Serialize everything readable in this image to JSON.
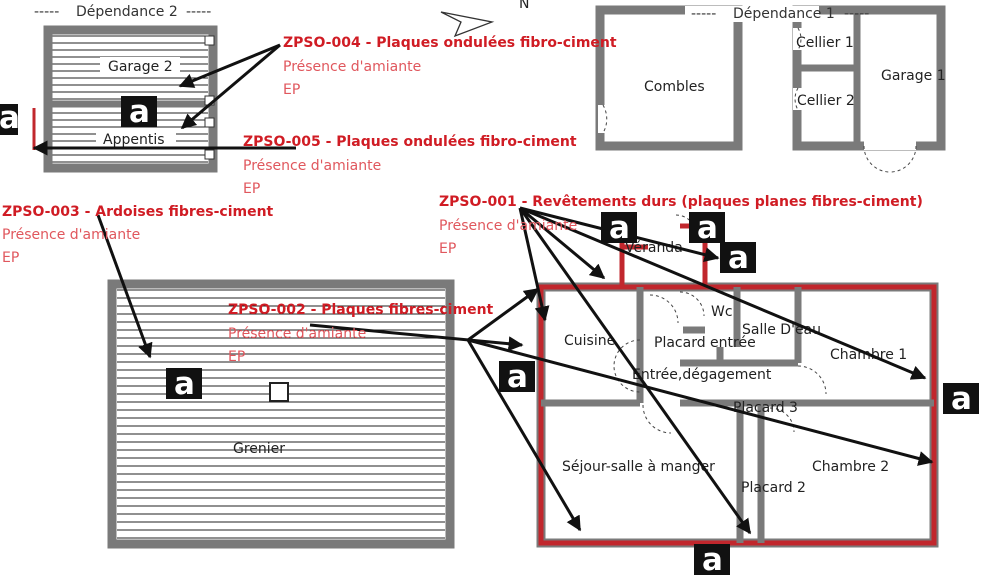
{
  "outbuilding_labels": {
    "dep2": "Dépendance 2",
    "dep2_dash": "-----",
    "dep1": "Dépendance 1",
    "dep1_dash": "-----",
    "north": "N"
  },
  "rooms": {
    "garage2": "Garage 2",
    "appentis": "Appentis",
    "combles": "Combles",
    "cellier1": "Cellier 1",
    "cellier2": "Cellier 2",
    "garage1": "Garage 1",
    "grenier": "Grenier",
    "veranda": "Véranda",
    "wc": "Wc",
    "cuisine": "Cuisine",
    "placard_entree": "Placard entrée",
    "salle_deau": "Salle D'eau",
    "chambre1": "Chambre 1",
    "entree": "Entrée,dégagement",
    "placard3": "Placard 3",
    "sejour": "Séjour-salle à manger",
    "chambre2": "Chambre 2",
    "placard2": "Placard 2"
  },
  "zones": [
    {
      "id": "ZPSO-004",
      "title": "ZPSO-004 - Plaques ondulées fibro-ciment",
      "line1": "Présence d'amiante",
      "line2": "EP"
    },
    {
      "id": "ZPSO-005",
      "title": "ZPSO-005 - Plaques ondulées fibro-ciment",
      "line1": "Présence d'amiante",
      "line2": "EP"
    },
    {
      "id": "ZPSO-003",
      "title": "ZPSO-003 - Ardoises fibres-ciment",
      "line1": "Présence d'amiante",
      "line2": "EP"
    },
    {
      "id": "ZPSO-001",
      "title": "ZPSO-001 - Revêtements durs (plaques planes fibres-ciment)",
      "line1": "Présence d'amiante",
      "line2": "EP"
    },
    {
      "id": "ZPSO-002",
      "title": "ZPSO-002 - Plaques fibres-ciment",
      "line1": "Présence d'amiante",
      "line2": "EP"
    }
  ],
  "marker_letter": "a",
  "colors": {
    "wall": "#7a7a7a",
    "asbestos_wall": "#c1272d",
    "zone_title": "#d01c24",
    "zone_text": "#e0575d",
    "arrow": "#111111",
    "marker_bg": "#111111"
  }
}
